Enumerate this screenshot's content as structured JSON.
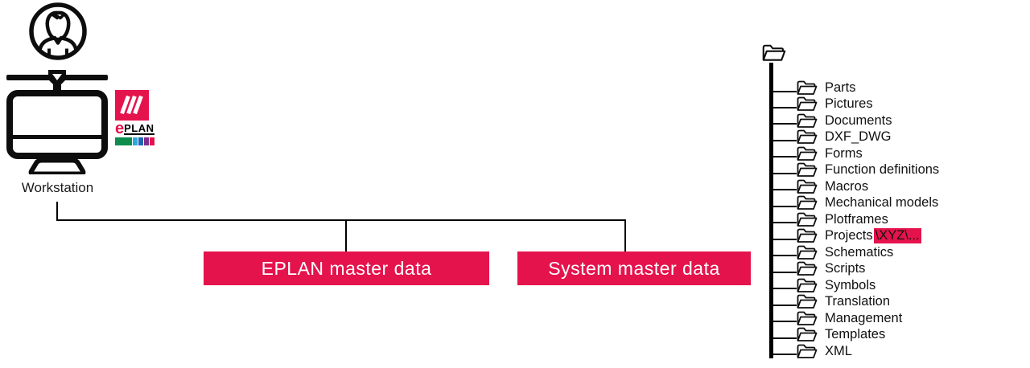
{
  "workstation": {
    "label": "Workstation"
  },
  "eplan_logo": {
    "e": "e",
    "plan": "PLAN"
  },
  "boxes": {
    "eplan_master": {
      "label": "EPLAN master data"
    },
    "system_master": {
      "label": "System master data"
    }
  },
  "tree": {
    "items": [
      {
        "label": "Parts"
      },
      {
        "label": "Pictures"
      },
      {
        "label": "Documents"
      },
      {
        "label": "DXF_DWG"
      },
      {
        "label": "Forms"
      },
      {
        "label": "Function definitions"
      },
      {
        "label": "Macros"
      },
      {
        "label": "Mechanical models"
      },
      {
        "label": "Plotframes"
      },
      {
        "label": "Projects",
        "highlight": "\\XYZ\\..."
      },
      {
        "label": "Schematics"
      },
      {
        "label": "Scripts"
      },
      {
        "label": "Symbols"
      },
      {
        "label": "Translation"
      },
      {
        "label": "Management"
      },
      {
        "label": "Templates"
      },
      {
        "label": "XML"
      }
    ]
  },
  "icons": {
    "user": "user-icon",
    "monitor": "monitor-icon",
    "folder": "folder-icon",
    "eplan_logo": "eplan-logo"
  },
  "colors": {
    "accent_red": "#e5134c",
    "logo_green": "#0e8c4c",
    "logo_lightblue": "#2fa8dd",
    "logo_blue": "#1f66b0",
    "logo_purple": "#822c8c",
    "line_black": "#000000"
  }
}
